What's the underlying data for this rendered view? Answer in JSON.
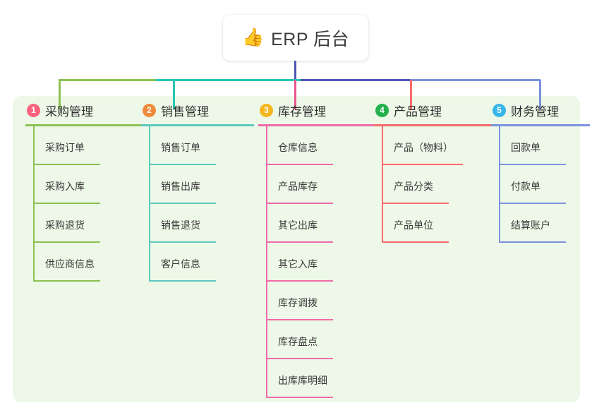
{
  "root": {
    "icon": "thumbs-up-icon",
    "icon_glyph": "👍",
    "title": "ERP 后台"
  },
  "palette": {
    "panel_bg": "#eef8e8",
    "trunk": "#4e56b8",
    "bus_segments": [
      "#8cc152",
      "#26c6b4",
      "#4e56b8",
      "#7b92dd"
    ]
  },
  "columns": [
    {
      "number": "1",
      "badge_color": "#f9627d",
      "line_color": "#8cc152",
      "title": "采购管理",
      "items": [
        "采购订单",
        "采购入库",
        "采购退货",
        "供应商信息"
      ]
    },
    {
      "number": "2",
      "badge_color": "#f08a3c",
      "line_color": "#5dc9bd",
      "title": "销售管理",
      "items": [
        "销售订单",
        "销售出库",
        "销售退货",
        "客户信息"
      ]
    },
    {
      "number": "3",
      "badge_color": "#f5b620",
      "line_color": "#ef6ba8",
      "title": "库存管理",
      "items": [
        "仓库信息",
        "产品库存",
        "其它出库",
        "其它入库",
        "库存调拨",
        "库存盘点",
        "出库库明细"
      ]
    },
    {
      "number": "4",
      "badge_color": "#22b14c",
      "line_color": "#fb6a6a",
      "title": "产品管理",
      "items": [
        "产品（物料）",
        "产品分类",
        "产品单位"
      ]
    },
    {
      "number": "5",
      "badge_color": "#37b6e9",
      "line_color": "#7b92dd",
      "title": "财务管理",
      "items": [
        "回款单",
        "付款单",
        "结算账户"
      ]
    }
  ]
}
